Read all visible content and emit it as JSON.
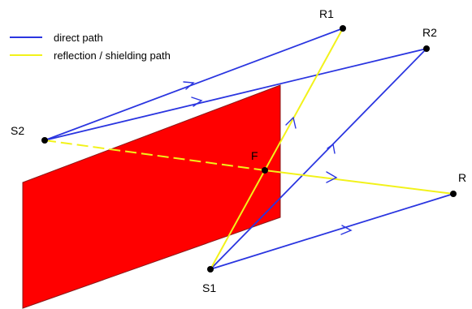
{
  "legend": {
    "items": [
      {
        "label": "direct path",
        "color": "#2a35e0"
      },
      {
        "label": "reflection / shielding path",
        "color": "#f2f21a"
      }
    ]
  },
  "points": {
    "S1": "S1",
    "S2": "S2",
    "R": "R",
    "R1": "R1",
    "R2": "R2",
    "F": "F"
  },
  "colors": {
    "barrier": "#ff0000",
    "barrier_edge": "#8a1a1a",
    "direct_path": "#2a35e0",
    "reflection_path": "#f2f21a",
    "point": "#000000"
  },
  "icons": {
    "arrow": "open-arrowhead"
  }
}
